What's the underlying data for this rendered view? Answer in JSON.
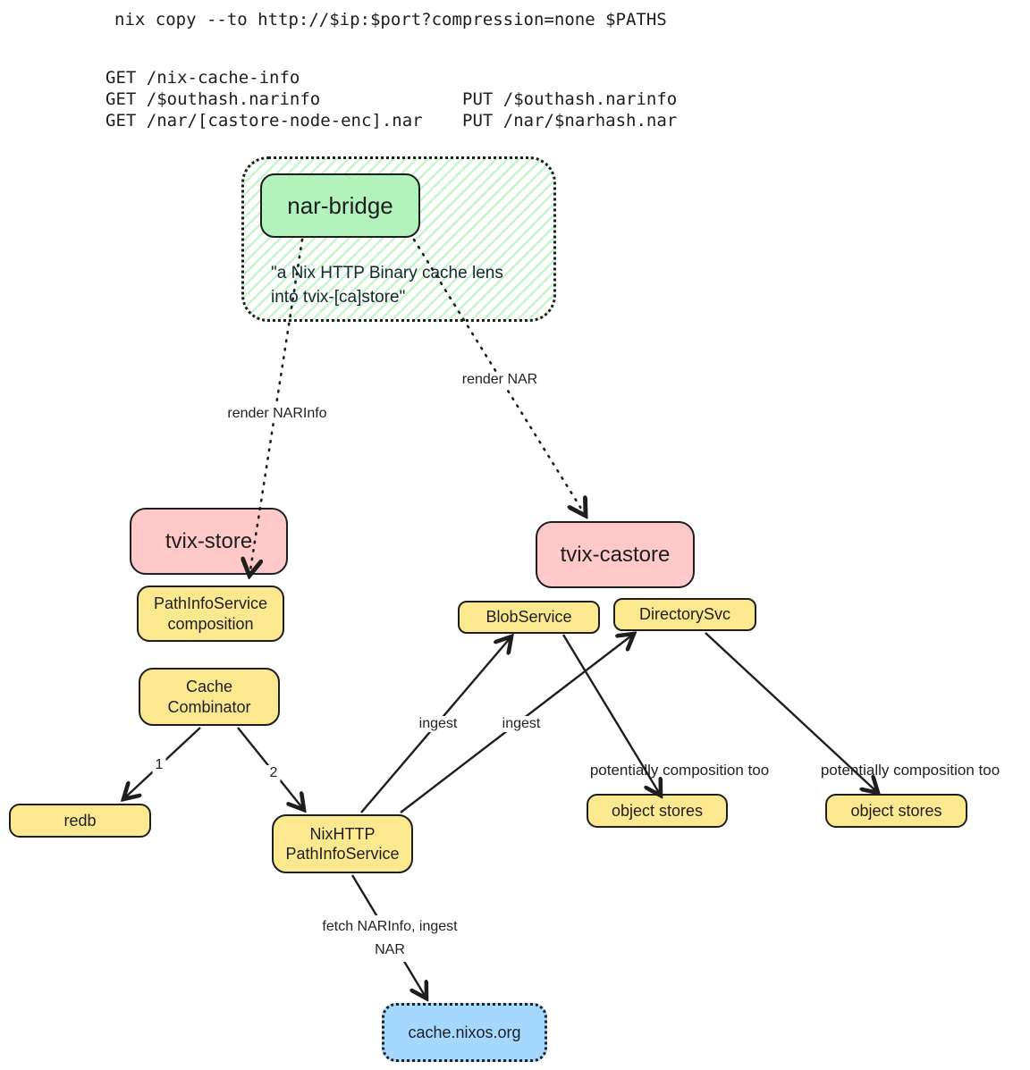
{
  "title_block": {
    "command": "nix copy --to http://$ip:$port?compression=none $PATHS",
    "get_lines": [
      "GET /nix-cache-info",
      "GET /$outhash.narinfo",
      "GET /nar/[castore-node-enc].nar"
    ],
    "put_lines": [
      "PUT /$outhash.narinfo",
      "PUT /nar/$narhash.nar"
    ]
  },
  "nodes": {
    "nar_bridge": {
      "label": "nar-bridge",
      "quote_line1": "\"a Nix HTTP Binary cache lens",
      "quote_line2": "into tvix-[ca]store\""
    },
    "tvix_store": {
      "label": "tvix-store"
    },
    "tvix_castore": {
      "label": "tvix-castore"
    },
    "pathinfo_composition": {
      "line1": "PathInfoService",
      "line2": "composition"
    },
    "cache_combinator": {
      "line1": "Cache",
      "line2": "Combinator"
    },
    "blob_service": {
      "label": "BlobService"
    },
    "directory_svc": {
      "label": "DirectorySvc"
    },
    "redb": {
      "label": "redb"
    },
    "nixhttp_pathinfoservice": {
      "line1": "NixHTTP",
      "line2": "PathInfoService"
    },
    "object_stores_left": {
      "label": "object stores"
    },
    "object_stores_right": {
      "label": "object stores"
    },
    "cache_nixos_org": {
      "label": "cache.nixos.org"
    }
  },
  "edge_labels": {
    "render_narinfo": "render NARInfo",
    "render_nar": "render NAR",
    "one": "1",
    "two": "2",
    "ingest_blob": "ingest",
    "ingest_dir": "ingest",
    "potentially_left": "potentially composition too",
    "potentially_right": "potentially composition too",
    "fetch_line1": "fetch NARInfo, ingest",
    "fetch_line2": "NAR"
  },
  "colors": {
    "stroke": "#1e1e1e",
    "green": "#b2f2bb",
    "pink": "#ffc9c9",
    "yellow": "#fce88e",
    "blue": "#a5d8ff",
    "canvas": "#ffffff"
  }
}
